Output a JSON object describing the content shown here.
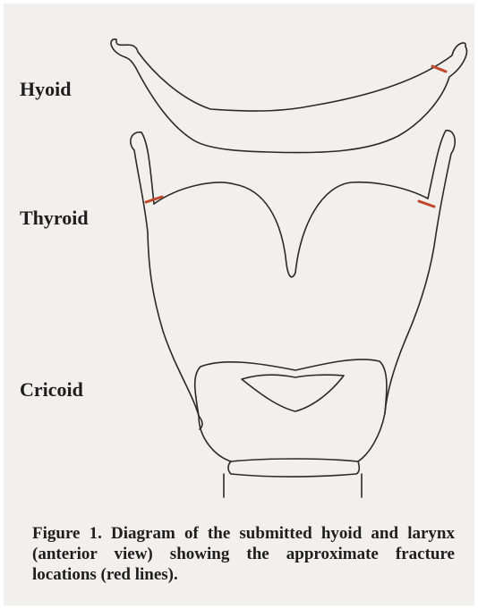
{
  "labels": {
    "hyoid": "Hyoid",
    "thyroid": "Thyroid",
    "cricoid": "Cricoid"
  },
  "caption": "Figure 1. Diagram of the submitted hyoid and larynx (anterior view) showing the approximate fracture locations (red lines).",
  "colors": {
    "background": "#f1f0ed",
    "outline": "#2a2a2a",
    "fracture": "#c0472a",
    "text": "#1e1e1e"
  }
}
